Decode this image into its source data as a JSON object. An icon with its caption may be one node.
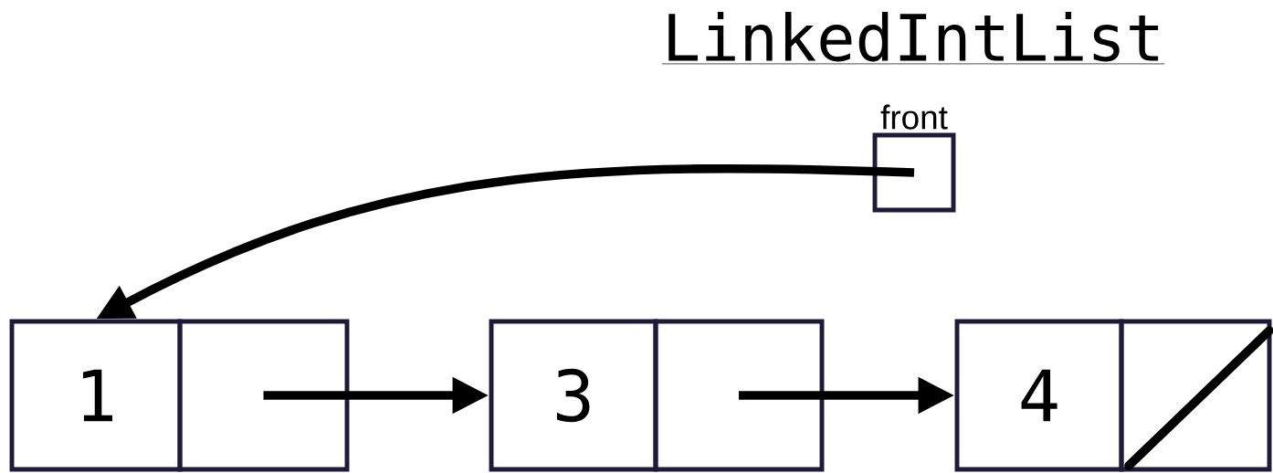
{
  "diagram": {
    "title": "LinkedIntList",
    "nodes": [
      {
        "text": [
          "front"
        ]
      },
      {
        "text": [
          "1"
        ]
      },
      {
        "text": [],
        "shape": "box"
      },
      {
        "text": [
          "3"
        ]
      },
      {
        "text": [],
        "shape": "box"
      },
      {
        "text": [
          "4"
        ]
      },
      {
        "text": [],
        "shape": "box"
      }
    ],
    "edges": [
      {
        "from": 0,
        "to": 1,
        "arrow": "to"
      },
      {
        "from": 2,
        "to": 3,
        "arrow": "to"
      },
      {
        "from": 4,
        "to": 5,
        "arrow": "to"
      }
    ]
  }
}
